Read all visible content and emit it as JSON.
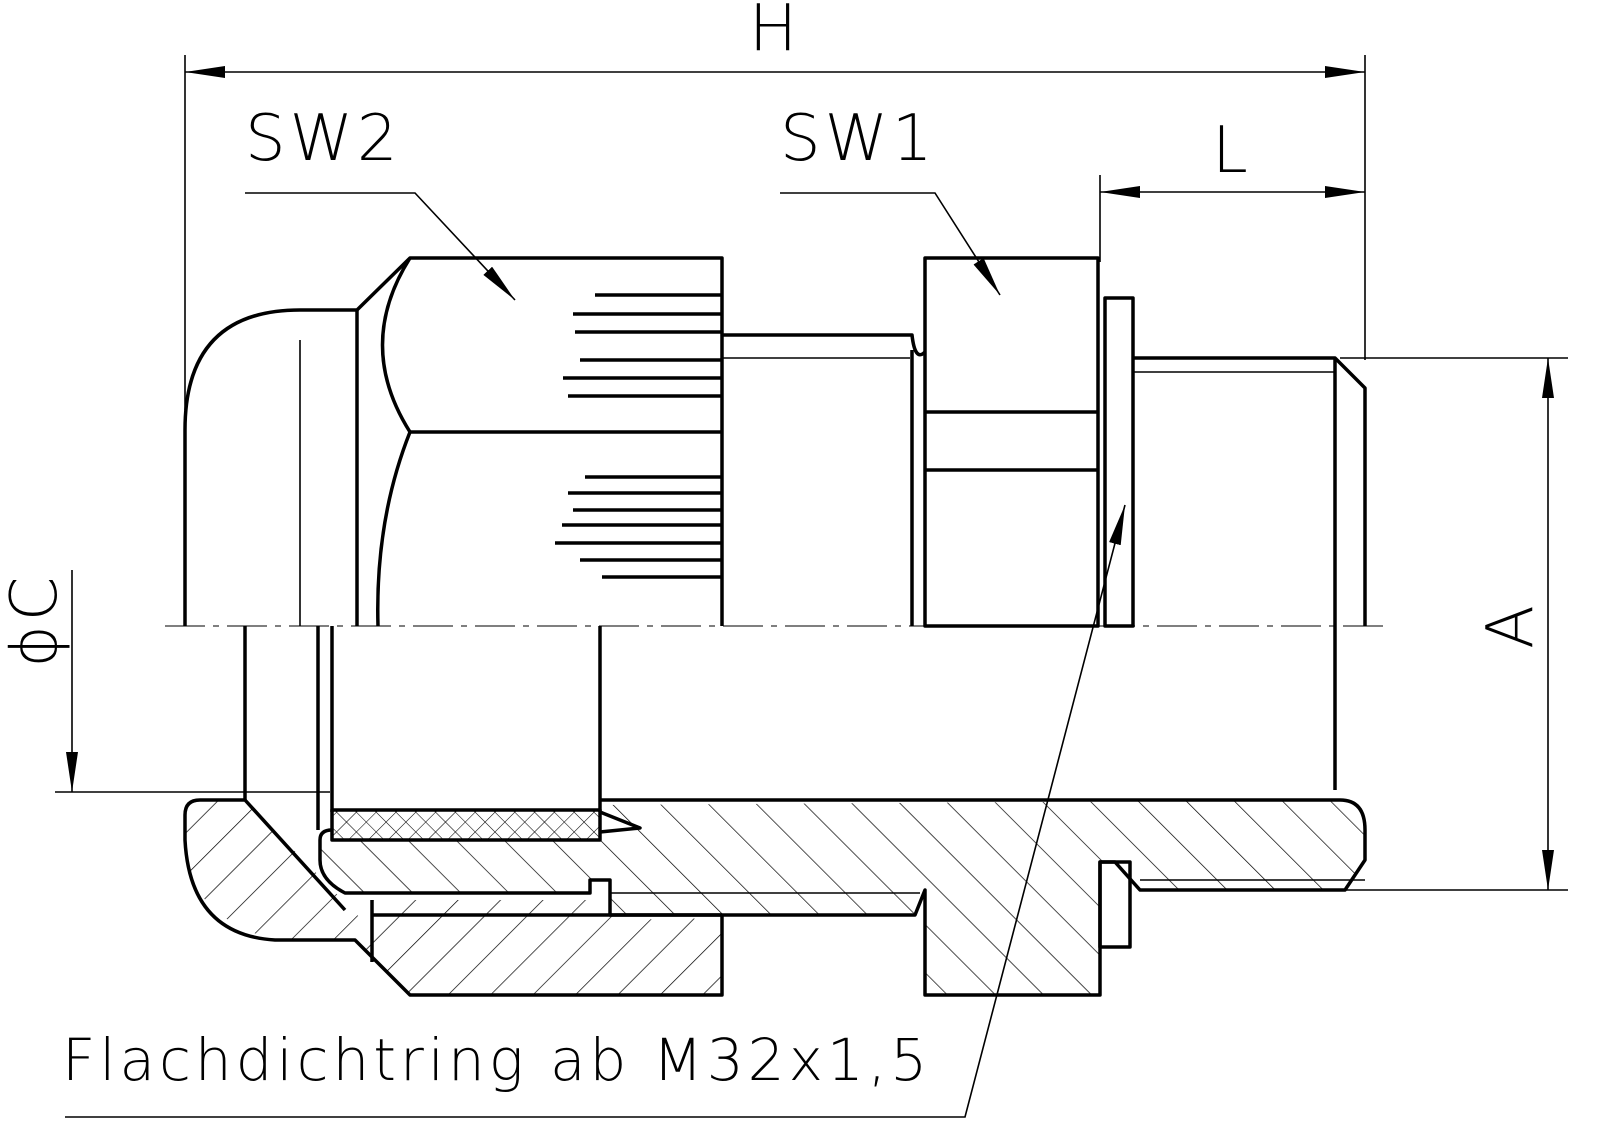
{
  "drawing": {
    "dimensions": {
      "overall_length": "H",
      "wrench_size_cap": "SW2",
      "wrench_size_body": "SW1",
      "thread_length": "L",
      "thread_diameter": "A",
      "cable_diameter": "ϕC"
    },
    "annotation": "Flachdichtring ab M32x1,5",
    "line_color": "#000000",
    "centerline_color": "#555555"
  }
}
